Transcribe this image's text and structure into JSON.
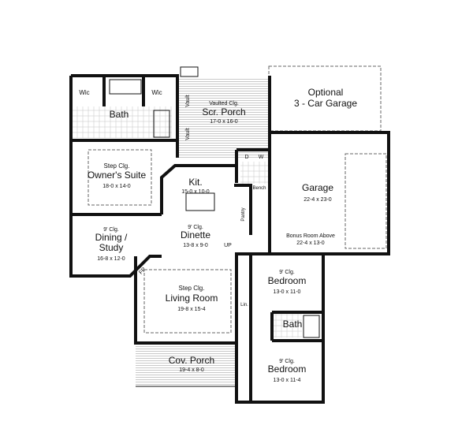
{
  "rooms": {
    "wic_left": {
      "name": "Wic"
    },
    "wic_right": {
      "name": "Wic"
    },
    "master_bath": {
      "name": "Bath"
    },
    "screen_porch": {
      "ceiling": "Vaulted Clg.",
      "name": "Scr. Porch",
      "size": "17-0 x 16-0",
      "vault_label": "Vault"
    },
    "optional_garage": {
      "line1": "Optional",
      "line2": "3 - Car Garage"
    },
    "owners_suite": {
      "ceiling": "Step Clg.",
      "name": "Owner's Suite",
      "size": "18-0 x 14-0"
    },
    "kitchen": {
      "name": "Kit.",
      "size": "15-0 x 10-0"
    },
    "laundry": {
      "dryer": "D",
      "washer": "W",
      "bench": "Bench",
      "pantry": "Pantry"
    },
    "garage": {
      "name": "Garage",
      "size": "22-4 x 23-0",
      "bonus": "Bonus Room Above",
      "bonus_size": "22-4 x 13-0"
    },
    "dining": {
      "ceiling": "9' Clg.",
      "name_line1": "Dining /",
      "name_line2": "Study",
      "size": "16-8 x 12-0"
    },
    "dinette": {
      "ceiling": "9' Clg.",
      "name": "Dinette",
      "size": "13-8 x 9-0",
      "stairs": "UP"
    },
    "fireplace": {
      "name": "FP"
    },
    "living_room": {
      "ceiling": "Step Clg.",
      "name": "Living Room",
      "size": "19-8 x 15-4"
    },
    "bedroom1": {
      "ceiling": "9' Clg.",
      "name": "Bedroom",
      "size": "13-0 x 11-0"
    },
    "linen": {
      "name": "Lin."
    },
    "bath2": {
      "name": "Bath"
    },
    "bedroom2": {
      "ceiling": "9' Clg.",
      "name": "Bedroom",
      "size": "13-0 x 11-4"
    },
    "covered_porch": {
      "name": "Cov. Porch",
      "size": "19-4 x 8-0"
    }
  }
}
